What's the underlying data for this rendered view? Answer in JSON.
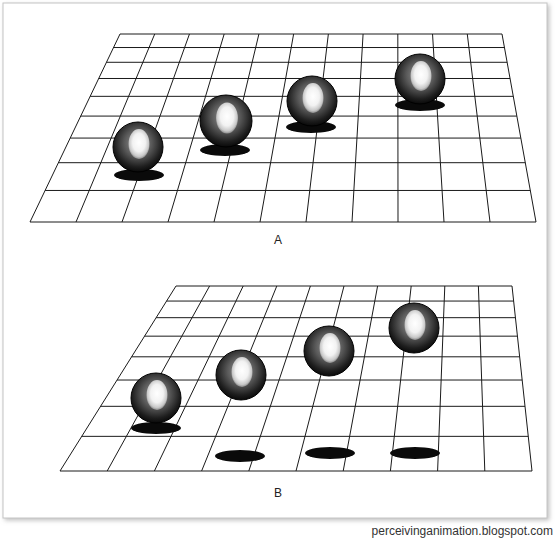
{
  "diagram": {
    "labels": [
      "A",
      "B",
      "perceivinganimation.blogspot.com"
    ]
  }
}
